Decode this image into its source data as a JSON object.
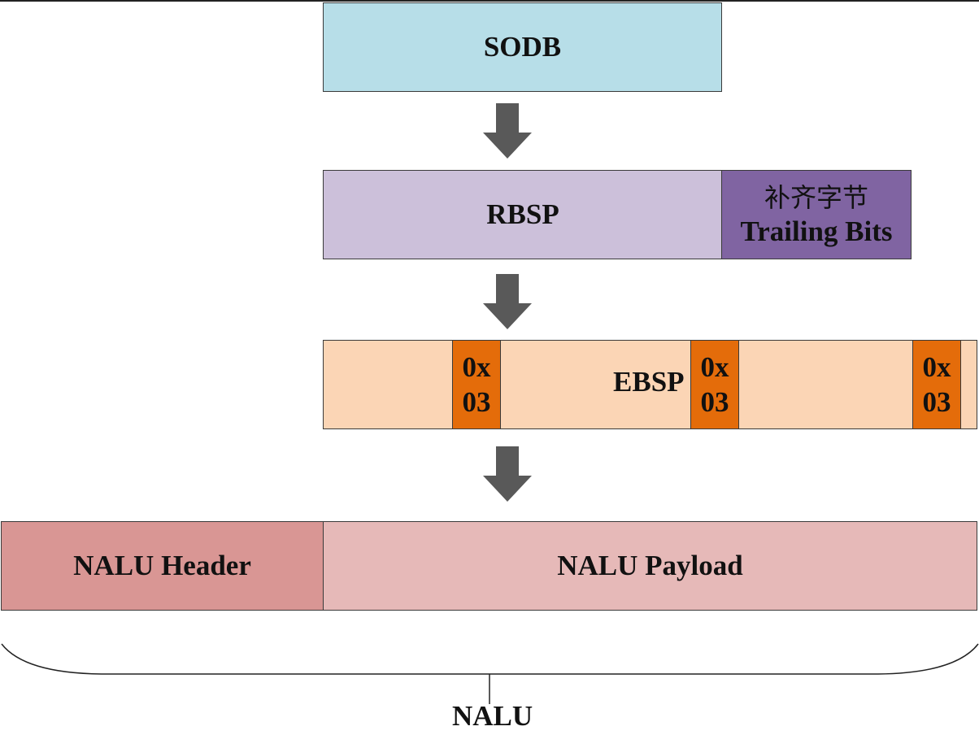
{
  "diagram": {
    "sodb": {
      "label": "SODB",
      "color": "#b7dee8"
    },
    "rbsp": {
      "label": "RBSP",
      "color": "#ccc0da",
      "trailing_cn": "补齐字节",
      "trailing_en": "Trailing Bits",
      "trailing_color": "#8064a2"
    },
    "ebsp": {
      "label": "EBSP",
      "color": "#fbd5b5",
      "emulation_bytes": [
        {
          "line1": "0x",
          "line2": "03"
        },
        {
          "line1": "0x",
          "line2": "03"
        },
        {
          "line1": "0x",
          "line2": "03"
        }
      ],
      "emulation_color": "#e46c0a"
    },
    "nalu": {
      "header": "NALU Header",
      "header_color": "#d99694",
      "payload": "NALU Payload",
      "payload_color": "#e6b9b8",
      "brace_label": "NALU"
    },
    "arrow_color": "#595959"
  }
}
